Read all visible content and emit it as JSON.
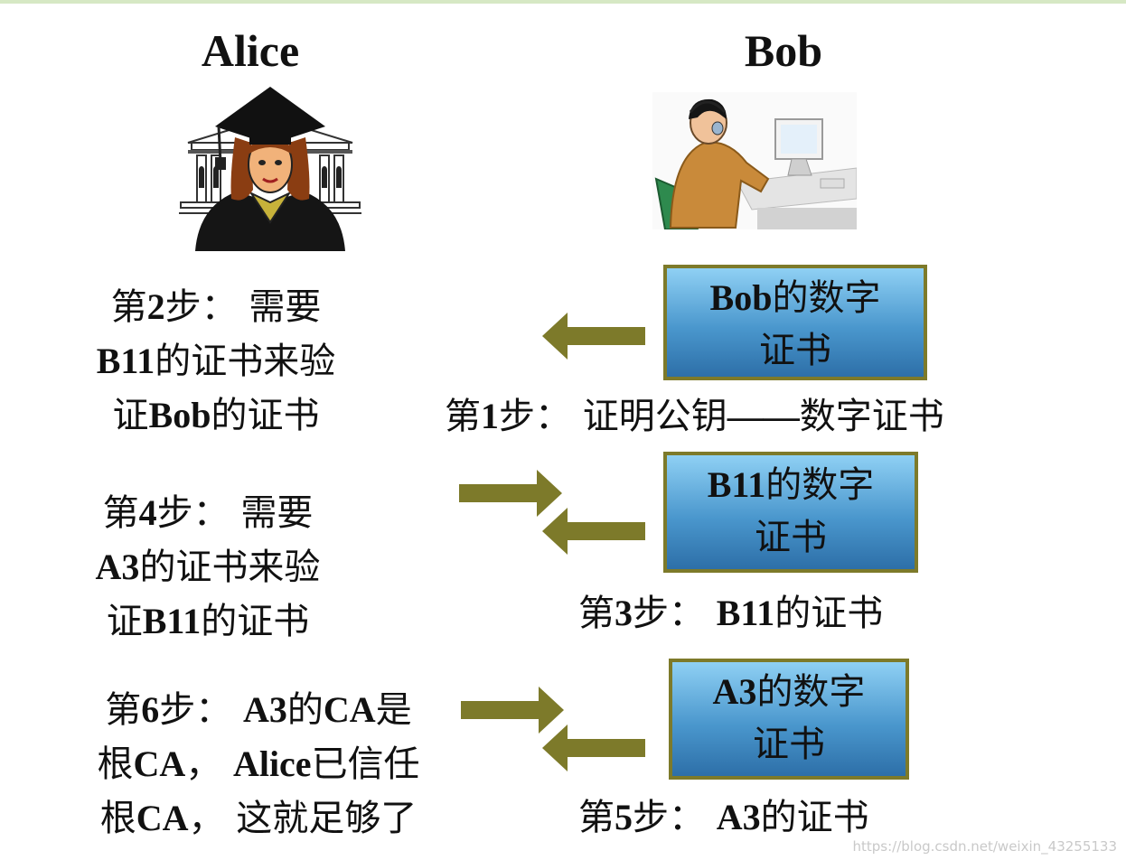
{
  "alice": {
    "name": "Alice",
    "illustration": "graduate-woman-illustration"
  },
  "bob": {
    "name": "Bob",
    "illustration": "man-at-computer-illustration"
  },
  "left_steps": [
    {
      "lines": [
        [
          {
            "t": "第"
          },
          {
            "t": "2",
            "b": true
          },
          {
            "t": "步： 需要"
          }
        ],
        [
          {
            "t": "B11",
            "b": true
          },
          {
            "t": "的证书来验"
          }
        ],
        [
          {
            "t": "证"
          },
          {
            "t": "Bob",
            "b": true
          },
          {
            "t": "的证书"
          }
        ]
      ]
    },
    {
      "lines": [
        [
          {
            "t": "第"
          },
          {
            "t": "4",
            "b": true
          },
          {
            "t": "步： 需要"
          }
        ],
        [
          {
            "t": "A3",
            "b": true
          },
          {
            "t": "的证书来验"
          }
        ],
        [
          {
            "t": "证"
          },
          {
            "t": "B11",
            "b": true
          },
          {
            "t": "的证书"
          }
        ]
      ]
    },
    {
      "lines": [
        [
          {
            "t": "第"
          },
          {
            "t": "6",
            "b": true
          },
          {
            "t": "步： "
          },
          {
            "t": "A3",
            "b": true
          },
          {
            "t": "的"
          },
          {
            "t": "CA",
            "b": true
          },
          {
            "t": "是"
          }
        ],
        [
          {
            "t": "根"
          },
          {
            "t": "CA",
            "b": true
          },
          {
            "t": "， "
          },
          {
            "t": "Alice",
            "b": true
          },
          {
            "t": "已信任"
          }
        ],
        [
          {
            "t": "根"
          },
          {
            "t": "CA",
            "b": true
          },
          {
            "t": "， 这就足够了"
          }
        ]
      ]
    }
  ],
  "certificates": [
    {
      "bold": "Bob",
      "line1_rest": "的数字",
      "line2": "证书"
    },
    {
      "bold": "B11",
      "line1_rest": "的数字",
      "line2": "证书"
    },
    {
      "bold": "A3",
      "line1_rest": "的数字",
      "line2": "证书"
    }
  ],
  "captions": [
    [
      {
        "t": "第"
      },
      {
        "t": "1",
        "b": true
      },
      {
        "t": "步： 证明公钥"
      },
      {
        "t": "——",
        "b": true
      },
      {
        "t": "数字证书"
      }
    ],
    [
      {
        "t": "第"
      },
      {
        "t": "3",
        "b": true
      },
      {
        "t": "步： "
      },
      {
        "t": "B11",
        "b": true
      },
      {
        "t": "的证书"
      }
    ],
    [
      {
        "t": "第"
      },
      {
        "t": "5",
        "b": true
      },
      {
        "t": "步： "
      },
      {
        "t": "A3",
        "b": true
      },
      {
        "t": "的证书"
      }
    ]
  ],
  "colors": {
    "arrow": "#7d7a2a",
    "cert_border": "#7d7a2a",
    "cert_top": "#8fd0f4",
    "cert_bottom": "#2d6fa8"
  },
  "watermark": "https://blog.csdn.net/weixin_43255133"
}
